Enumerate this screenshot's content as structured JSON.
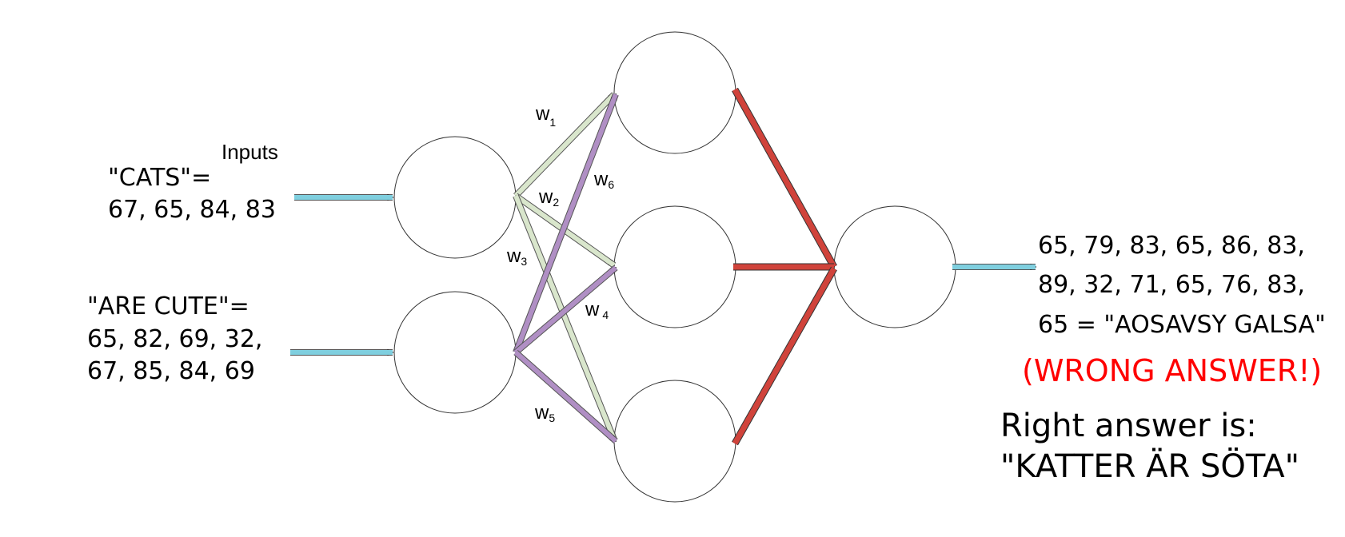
{
  "inputs_label": "Inputs",
  "input1": {
    "line1": "\"CATS\"=",
    "line2": "67, 65, 84, 83"
  },
  "input2": {
    "line1": "\"ARE CUTE\"=",
    "line2": "65, 82, 69, 32,",
    "line3": "67, 85, 84, 69"
  },
  "weights": {
    "w1": {
      "base": "w",
      "sub": "1"
    },
    "w2": {
      "base": "w",
      "sub": "2"
    },
    "w3": {
      "base": "w",
      "sub": "3"
    },
    "w4": {
      "base": "w",
      "sub": "4"
    },
    "w5": {
      "base": "w",
      "sub": "5"
    },
    "w6": {
      "base": "w",
      "sub": "6"
    }
  },
  "output": {
    "line1": "65, 79, 83, 65, 86, 83,",
    "line2": "89, 32, 71, 65, 76, 83,",
    "line3": "65 = \"AOSAVSY GALSA\"",
    "verdict": "(WRONG ANSWER!)",
    "right_line1": "Right answer is:",
    "right_line2": "\"KATTER ÄR SÖTA\""
  },
  "colors": {
    "input_arrow": "#7fcfdf",
    "input1_edges": "#d9e6cc",
    "input2_edges": "#b08fc4",
    "hidden_to_output": "#d0433b",
    "wrong_answer": "#ff0000"
  },
  "icons": {
    "arrow": "arrow-icon",
    "neuron": "neuron-icon"
  }
}
